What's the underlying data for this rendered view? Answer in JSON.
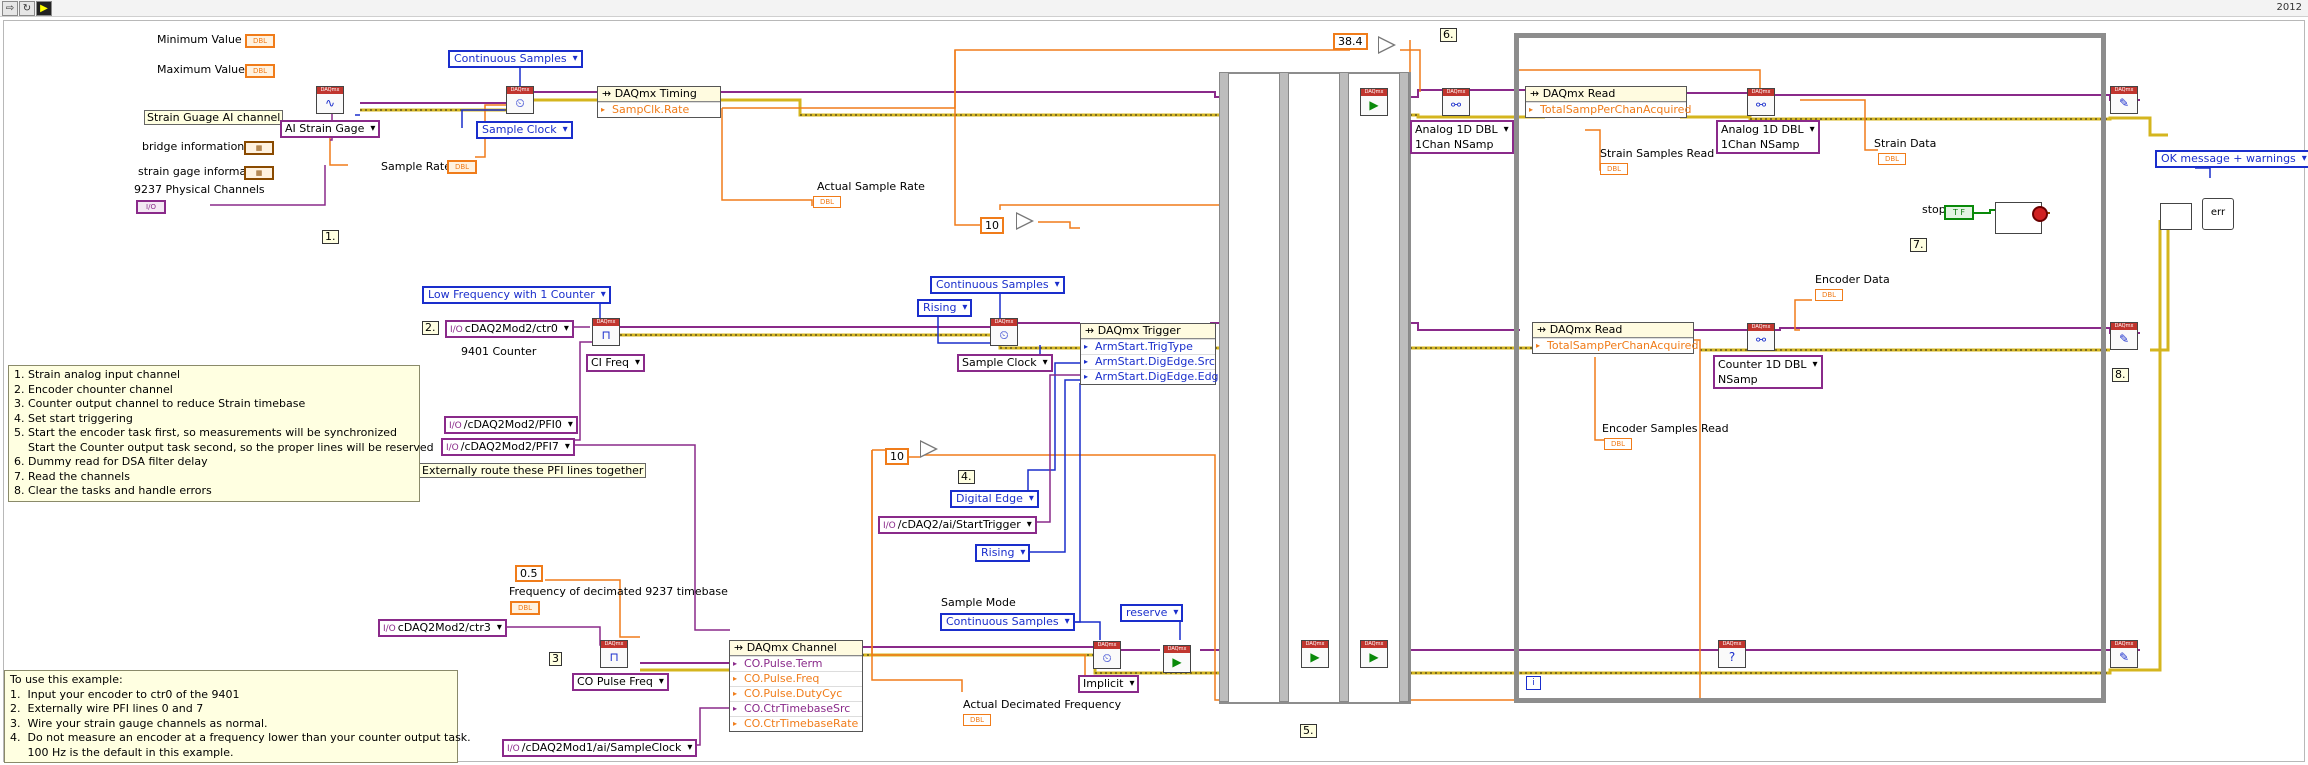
{
  "toolbar": {
    "year": "2012"
  },
  "labels": {
    "min_value": "Minimum Value",
    "max_value": "Maximum Value",
    "bridge_info": "bridge information",
    "strain_gage_info": "strain gage information",
    "phys_channels": "9237 Physical Channels",
    "sample_rate": "Sample Rate",
    "actual_sample_rate": "Actual Sample Rate",
    "strain_samples_read": "Strain Samples Read",
    "strain_data": "Strain Data",
    "encoder_data": "Encoder Data",
    "encoder_samples_read": "Encoder Samples Read",
    "stop": "stop",
    "counter_9401": "9401 Counter",
    "freq_decimated": "Frequency of decimated 9237 timebase",
    "sample_mode": "Sample Mode",
    "actual_decimated_freq": "Actual Decimated Frequency",
    "strain_ai_channel": "Strain Guage AI channel",
    "external_route": "Externally route these PFI lines together"
  },
  "rings": {
    "continuous_samples_1": "Continuous Samples",
    "sample_clock_1": "Sample Clock",
    "ai_strain_gage": "AI Strain Gage",
    "low_freq_counter": "Low Frequency with 1 Counter",
    "continuous_samples_2": "Continuous Samples",
    "rising_1": "Rising",
    "sample_clock_2": "Sample Clock",
    "ci_freq": "CI Freq",
    "digital_edge": "Digital Edge",
    "rising_2": "Rising",
    "continuous_samples_3": "Continuous Samples",
    "implicit": "Implicit",
    "reserve": "reserve",
    "co_pulse_freq": "CO Pulse Freq",
    "ok_message": "OK message + warnings",
    "analog_1d_a": "Analog 1D DBL",
    "analog_1d_a2": "1Chan NSamp",
    "analog_1d_b": "Analog 1D DBL",
    "analog_1d_b2": "1Chan NSamp",
    "counter_1d": "Counter 1D DBL",
    "counter_1d2": "NSamp"
  },
  "channels": {
    "ctr0": "cDAQ2Mod2/ctr0",
    "pfi0": "/cDAQ2Mod2/PFI0",
    "pfi7": "/cDAQ2Mod2/PFI7",
    "ai_start_trigger": "/cDAQ2/ai/StartTrigger",
    "ctr3": "cDAQ2Mod2/ctr3",
    "sample_clock_ch": "/cDAQ2Mod1/ai/SampleClock",
    "phys_io": "I/O"
  },
  "constants": {
    "c_38_4": "38.4",
    "c_10a": "10",
    "c_10b": "10",
    "c_0_5": "0.5",
    "dbl": "DBL"
  },
  "nodes": {
    "timing": {
      "title": "DAQmx Timing",
      "rows": [
        "SampClk.Rate"
      ]
    },
    "trigger": {
      "title": "DAQmx Trigger",
      "rows": [
        "ArmStart.TrigType",
        "ArmStart.DigEdge.Src",
        "ArmStart.DigEdge.Edge"
      ]
    },
    "channel": {
      "title": "DAQmx Channel",
      "rows": [
        "CO.Pulse.Term",
        "CO.Pulse.Freq",
        "CO.Pulse.DutyCyc",
        "CO.CtrTimebaseSrc",
        "CO.CtrTimebaseRate"
      ]
    },
    "read1": {
      "title": "DAQmx Read",
      "rows": [
        "TotalSampPerChanAcquired"
      ]
    },
    "read2": {
      "title": "DAQmx Read",
      "rows": [
        "TotalSampPerChanAcquired"
      ]
    }
  },
  "steps": {
    "s1": "1.",
    "s2": "2.",
    "s3": "3",
    "s4": "4.",
    "s5": "5.",
    "s6": "6.",
    "s7": "7.",
    "s8": "8."
  },
  "comments": {
    "steps_list": [
      "1. Strain analog input channel",
      "2. Encoder chounter channel",
      "3. Counter output channel to reduce Strain timebase",
      "4. Set start triggering",
      "5. Start the encoder task first, so measurements will be synchronized",
      "    Start the Counter output task second, so the proper lines will be reserved",
      "6. Dummy read for DSA filter delay",
      "7. Read the channels",
      "8. Clear the tasks and handle errors"
    ],
    "usage": [
      "To use this example:",
      "1.  Input your encoder to ctr0 of the 9401",
      "2.  Externally wire PFI lines 0 and 7",
      "3.  Wire your strain gauge channels as normal.",
      "4.  Do not measure an encoder at a frequency lower than your counter output task.",
      "     100 Hz is the default in this example."
    ]
  },
  "loop": {
    "iteration": "i"
  },
  "stop_bool": "T F"
}
